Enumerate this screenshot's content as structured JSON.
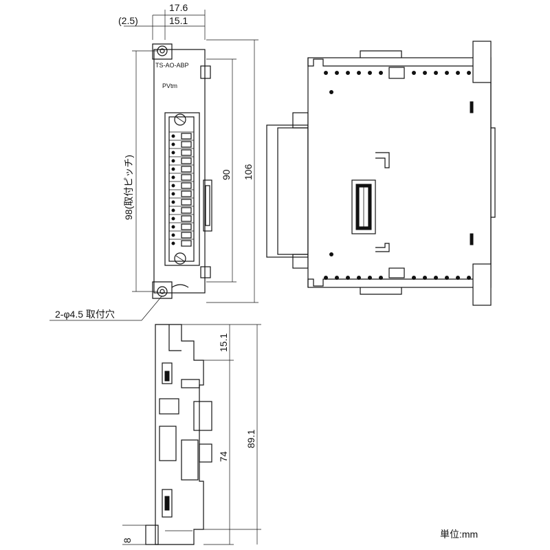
{
  "front_view": {
    "dim_total_width": "17.6",
    "dim_offset": "(2.5)",
    "dim_body_width": "15.1",
    "dim_mount_pitch": "98(取付ピッチ)",
    "dim_terminal_height": "90",
    "dim_total_height": "106",
    "model_label": "TS-AO-ABP",
    "sub_label": "PVtm",
    "hole_note": "2-φ4.5 取付穴"
  },
  "bottom_view": {
    "dim_top": "15.1",
    "dim_total": "89.1",
    "dim_depth": "74",
    "dim_foot": "8"
  },
  "unit_note": "単位:mm"
}
